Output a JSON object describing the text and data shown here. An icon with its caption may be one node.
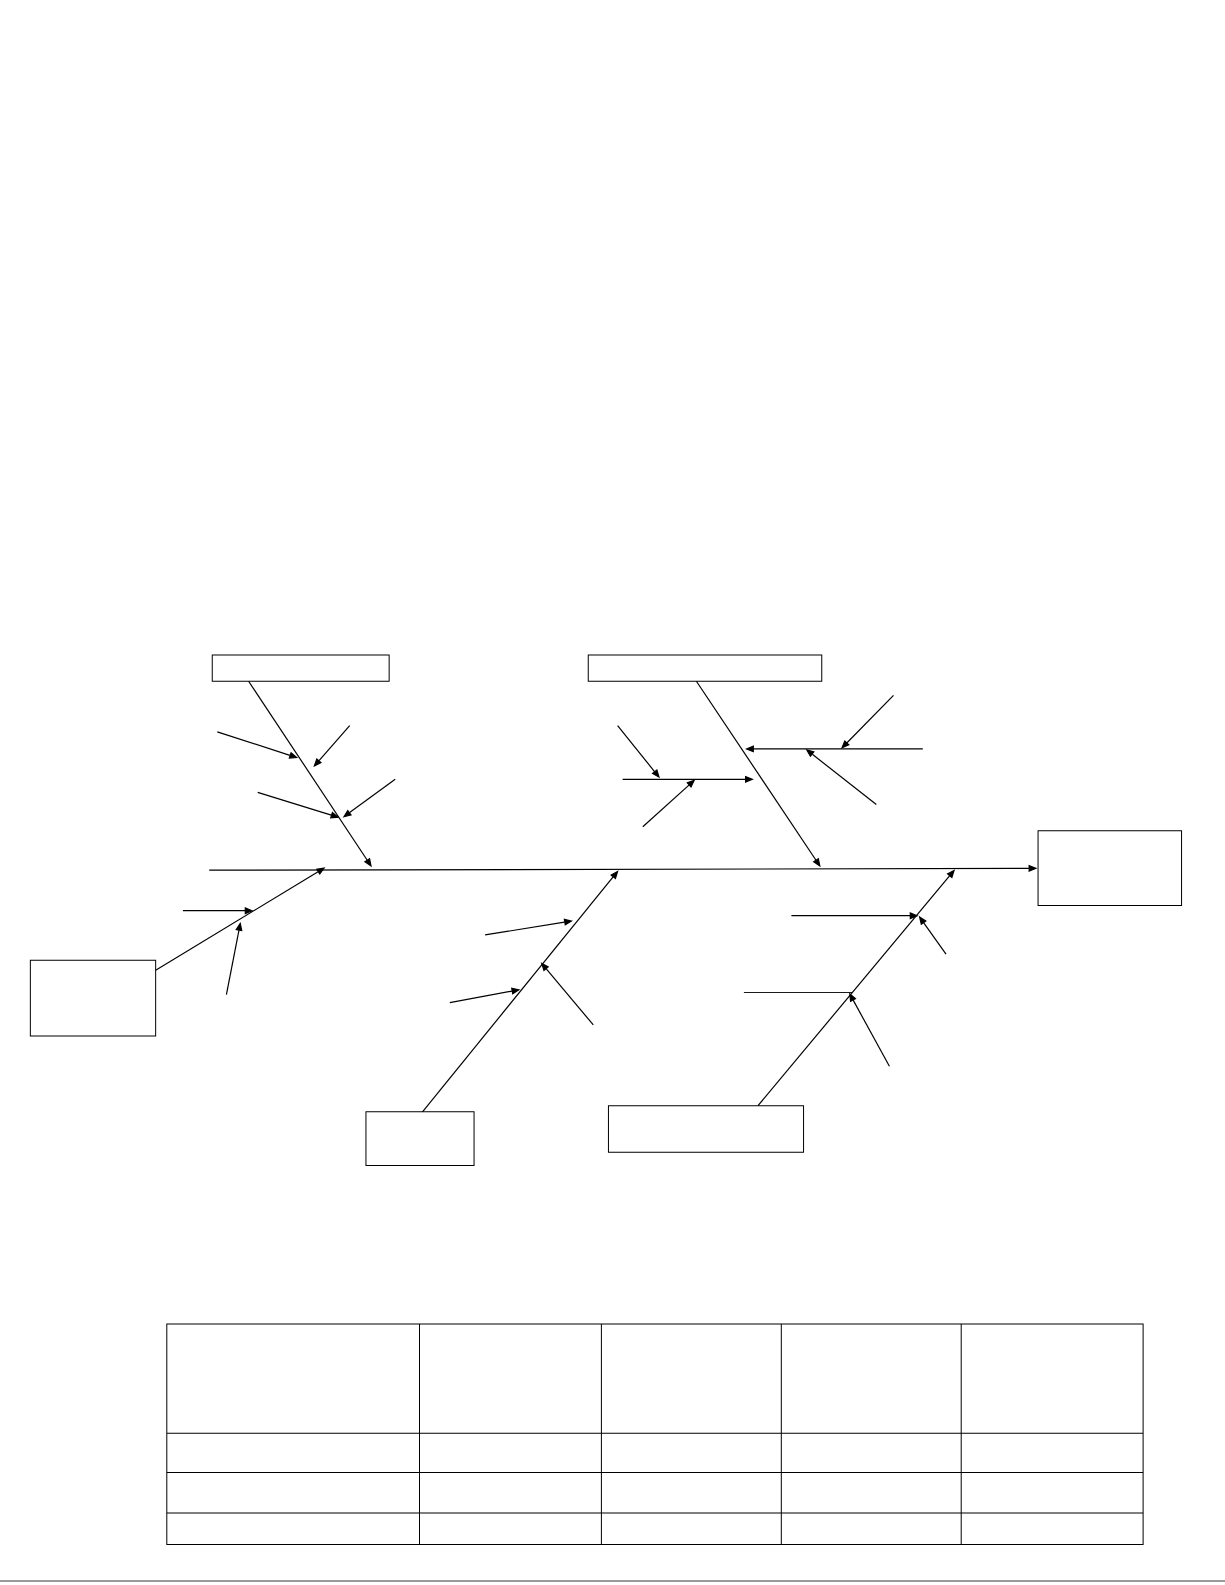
{
  "diagram": {
    "nodes": [
      {
        "text": [],
        "shape": "box"
      },
      {
        "text": [],
        "shape": "box"
      },
      {
        "text": [],
        "shape": "box"
      },
      {
        "text": [],
        "shape": "box"
      },
      {
        "text": [],
        "shape": "box"
      },
      {
        "text": [],
        "shape": "box"
      }
    ],
    "edges": [
      {
        "from": null,
        "to": 2,
        "arrow": "to"
      },
      {
        "from": 0,
        "to": null,
        "arrow": "to"
      },
      {
        "from": 1,
        "to": null,
        "arrow": "to"
      },
      {
        "from": 3,
        "to": null,
        "arrow": "to"
      },
      {
        "from": 4,
        "to": null,
        "arrow": "to"
      },
      {
        "from": 5,
        "to": null,
        "arrow": "to"
      }
    ]
  }
}
